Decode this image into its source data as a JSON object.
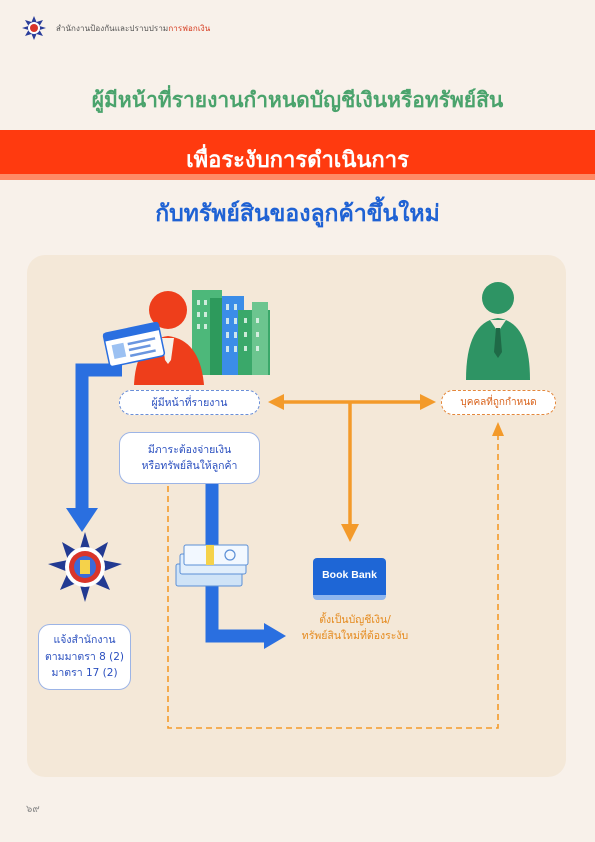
{
  "header": {
    "org_prefix": "สำนักงานป้องกันและปราบปราม",
    "org_accent": "การฟอกเงิน"
  },
  "title": {
    "line1": "ผู้มีหน้าที่รายงานกำหนดบัญชีเงินหรือทรัพย์สิน",
    "line2": "เพื่อระงับการดำเนินการ",
    "line3": "กับทรัพย์สินของลูกค้าขึ้นใหม่"
  },
  "diagram": {
    "reporter_label": "ผู้มีหน้าที่รายงาน",
    "obligation_lines": [
      "มีภาระต้องจ่ายเงิน",
      "หรือทรัพย์สินให้ลูกค้า"
    ],
    "person_label": "บุคคลที่ถูกกำหนด",
    "office_lines": [
      "แจ้งสำนักงาน",
      "ตามมาตรา 8 (2)",
      "มาตรา 17 (2)"
    ],
    "bookbank_label": "Book Bank",
    "bank_caption_lines": [
      "ตั้งเป็นบัญชีเงิน/",
      "ทรัพย์สินใหม่ที่ต้องระงับ"
    ]
  },
  "page_number": "๖๙",
  "colors": {
    "green": "#4aa36c",
    "red": "#ff3a0f",
    "blue": "#1f62d4",
    "orange": "#f39a2a",
    "background": "#f8f1ea",
    "panel": "#f4e8d8"
  }
}
